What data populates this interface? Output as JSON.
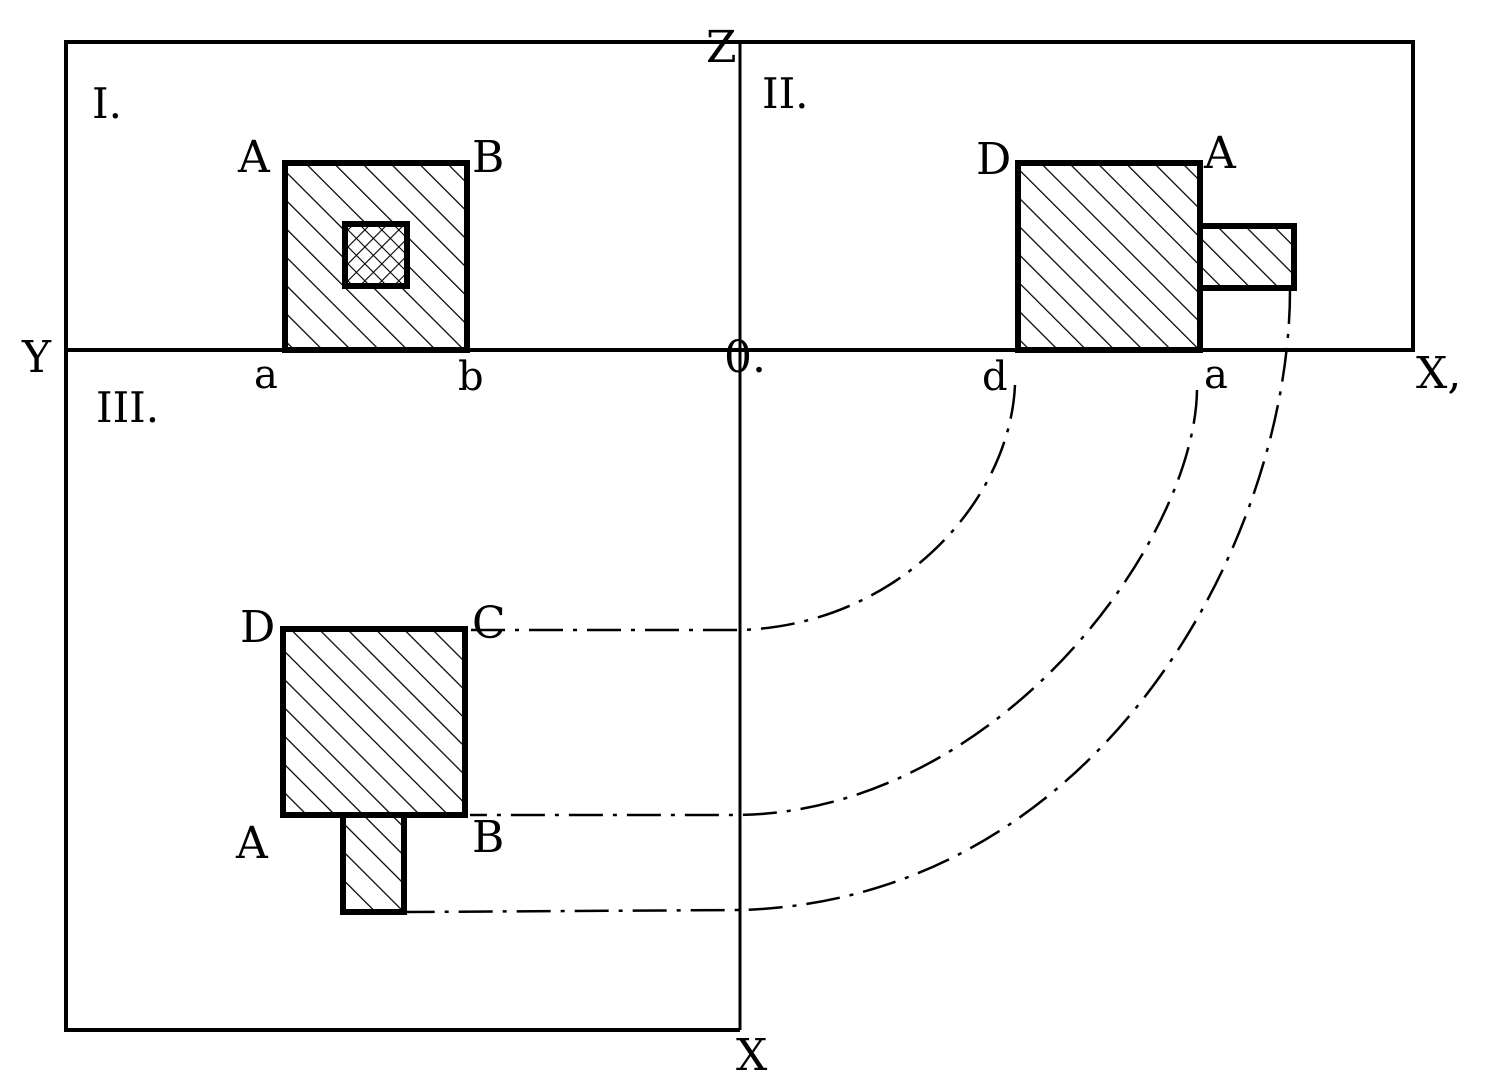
{
  "axes": {
    "z": "Z",
    "y": "Y",
    "x1": "X,",
    "x": "X",
    "origin": "0."
  },
  "regions": {
    "r1": "I.",
    "r2": "II.",
    "r3": "III."
  },
  "front_view": {
    "A": "A",
    "B": "B",
    "a": "a",
    "b": "b"
  },
  "side_view": {
    "D": "D",
    "A": "A",
    "d": "d",
    "a": "a"
  },
  "top_view": {
    "D": "D",
    "C": "C",
    "A": "A",
    "B": "B"
  }
}
